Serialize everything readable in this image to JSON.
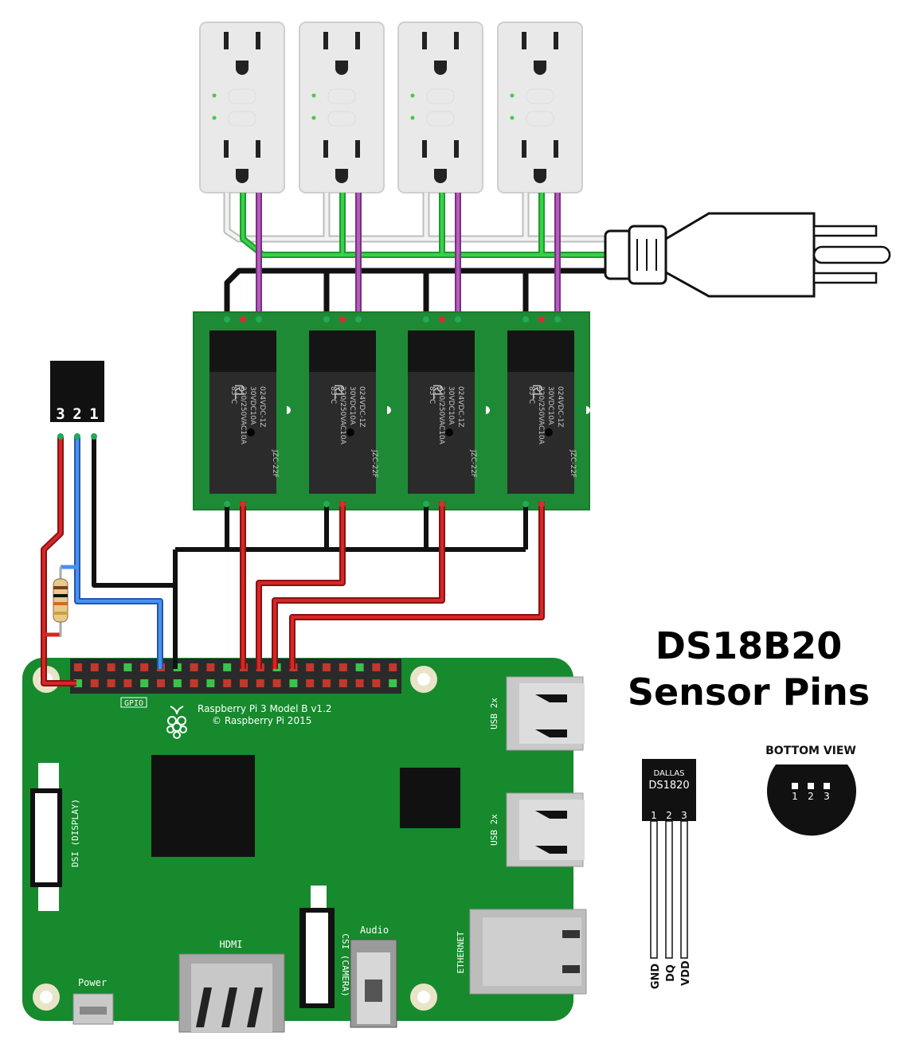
{
  "title": {
    "line1": "DS18B20",
    "line2": "Sensor Pins"
  },
  "sensor_header": {
    "pins": [
      "3",
      "2",
      "1"
    ]
  },
  "pi_board": {
    "model_line1": "Raspberry Pi 3 Model B v1.2",
    "model_line2": "© Raspberry Pi 2015",
    "gpio_label": "GPIO",
    "usb_label": "USB 2x",
    "dsi_label": "DSI (DISPLAY)",
    "csi_label": "CSI (CAMERA)",
    "hdmi_label": "HDMI",
    "audio_label": "Audio",
    "ethernet_label": "ETHERNET",
    "power_label": "Power"
  },
  "relay": {
    "marking_1": "JZC-22F",
    "marking_2": "024VDC-1Z",
    "marking_3": "85°C",
    "marking_4": "US",
    "marking_5": "220/250VAC10A",
    "marking_6": "30VDC10A"
  },
  "ds_part": {
    "brand": "DALLAS",
    "model": "DS1820",
    "pin_numbers": [
      "1",
      "2",
      "3"
    ],
    "pin_names": [
      "GND",
      "DQ",
      "VDD"
    ]
  },
  "bottom_view": {
    "label": "BOTTOM VIEW",
    "pins": [
      "1",
      "2",
      "3"
    ]
  },
  "colors": {
    "board_green": "#168a2c",
    "relay_board_green": "#1f8a35",
    "wire_red": "#cc1f1f",
    "wire_black": "#111111",
    "wire_blue": "#3a7fd6",
    "wire_green": "#2bbf3a",
    "wire_purple": "#a24aa8",
    "wire_white": "#d8d8d8",
    "relay_black": "#2b2b2b"
  }
}
